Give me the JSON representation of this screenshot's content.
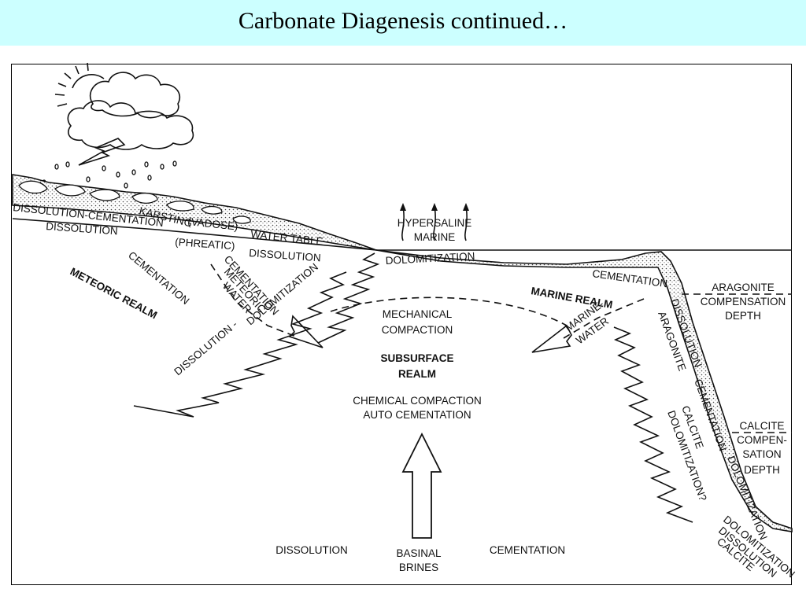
{
  "slide": {
    "title": "Carbonate Diagenesis continued…"
  },
  "labels": {
    "karsting": "KARSTING",
    "dissolution_cementation": "DISSOLUTION-CEMENTATION",
    "vadose": "(VADOSE)",
    "water_table": "WATER TABLE",
    "dissolution_top": "DISSOLUTION",
    "phreatic": "(PHREATIC)",
    "dissolution_phreatic": "DISSOLUTION",
    "hypersaline_1": "HYPERSALINE",
    "hypersaline_2": "MARINE",
    "dolomitization_top": "DOLOMITIZATION",
    "cementation_marine": "CEMENTATION",
    "aragonite_comp_1": "ARAGONITE",
    "aragonite_comp_2": "COMPENSATION",
    "aragonite_comp_3": "DEPTH",
    "meteoric_realm": "METEORIC REALM",
    "cementation_meteoric": "CEMENTATION",
    "meteoric_water_1": "CEMENTATION",
    "meteoric_water_2": "METEORIC",
    "meteoric_water_3": "WATER",
    "dolomitization_meteoric": "DOLOMITIZATION",
    "dissolution_meteoric": "DISSOLUTION -",
    "mechanical_1": "MECHANICAL",
    "mechanical_2": "COMPACTION",
    "subsurface_1": "SUBSURFACE",
    "subsurface_2": "REALM",
    "chemical_1": "CHEMICAL COMPACTION",
    "chemical_2": "AUTO CEMENTATION",
    "marine_realm": "MARINE REALM",
    "marine_water_1": "MARINE-",
    "marine_water_2": "WATER",
    "slope_dissolution": "DISSOLUTION",
    "slope_aragonite": "ARAGONITE",
    "slope_cementation": "CEMENTATION",
    "slope_calcite": "CALCITE",
    "slope_dolomitization_q": "DOLOMITIZATION?",
    "calcite_comp_1": "CALCITE",
    "calcite_comp_2": "COMPEN-",
    "calcite_comp_3": "SATION",
    "calcite_comp_4": "DEPTH",
    "deep_dolomitization": "DOLOMITIZATION",
    "deep_dolomitization_2": "DOLOMITIZATION",
    "deep_dissolution": "DISSOLUTION",
    "deep_calcite": "CALCITE",
    "dissolution_bottom": "DISSOLUTION",
    "basinal_1": "BASINAL",
    "basinal_2": "BRINES",
    "cementation_bottom": "CEMENTATION"
  }
}
